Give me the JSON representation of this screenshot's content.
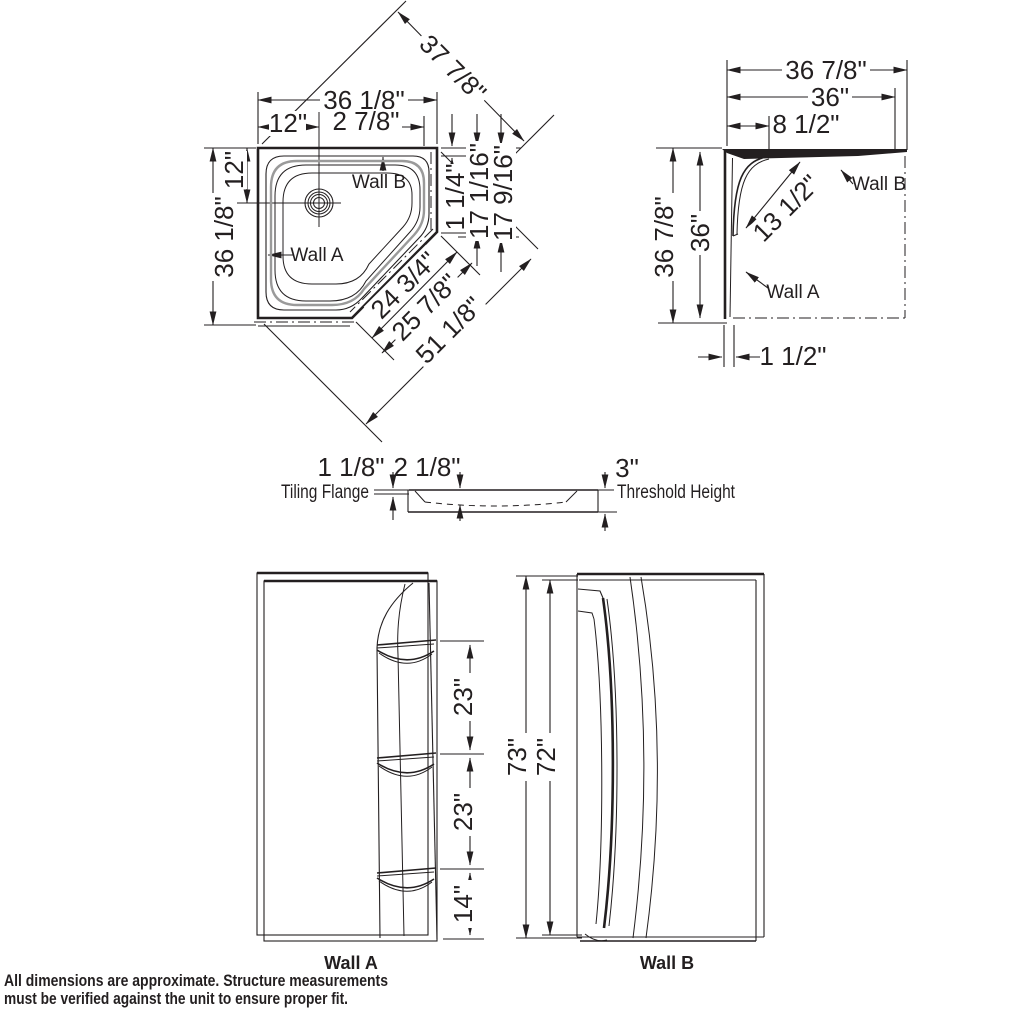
{
  "plan_view": {
    "diagonal_overall": "37 7/8\"",
    "top_width": "36 1/8\"",
    "top_drain_offset": "12\"",
    "top_flange": "2 7/8\"",
    "left_height": "36 1/8\"",
    "left_drain_offset": "12\"",
    "wall_a": "Wall A",
    "wall_b": "Wall B",
    "right_offset": "1 1/4\"",
    "right_inner": "17 1/16\"",
    "right_outer": "17 9/16\"",
    "diag_inner": "24 3/4\"",
    "diag_mid": "25 7/8\"",
    "diag_overall": "51 1/8\""
  },
  "corner_view": {
    "top_overall": "36 7/8\"",
    "top_inner": "36\"",
    "top_shelf": "8 1/2\"",
    "left_overall": "36 7/8\"",
    "left_inner": "36\"",
    "shelf_diag": "13 1/2\"",
    "wall_a": "Wall A",
    "wall_b": "Wall B",
    "wall_thickness": "1 1/2\""
  },
  "section_view": {
    "flange_height": "1 1/8\"",
    "basin_depth": "2 1/8\"",
    "threshold": "3\"",
    "tiling_flange_label": "Tiling Flange",
    "threshold_label": "Threshold Height"
  },
  "wall_a_elevation": {
    "shelf_spacing_top": "23\"",
    "shelf_spacing_mid": "23\"",
    "shelf_bottom": "14\"",
    "label": "Wall A"
  },
  "wall_b_elevation": {
    "height_overall": "73\"",
    "height_inner": "72\"",
    "label": "Wall B"
  },
  "footnote": {
    "line1": "All dimensions are approximate. Structure measurements",
    "line2": "must be verified against the unit to ensure proper fit."
  },
  "colors": {
    "line": "#231f20",
    "gray_line": "#9a9a9a",
    "background": "#ffffff"
  }
}
